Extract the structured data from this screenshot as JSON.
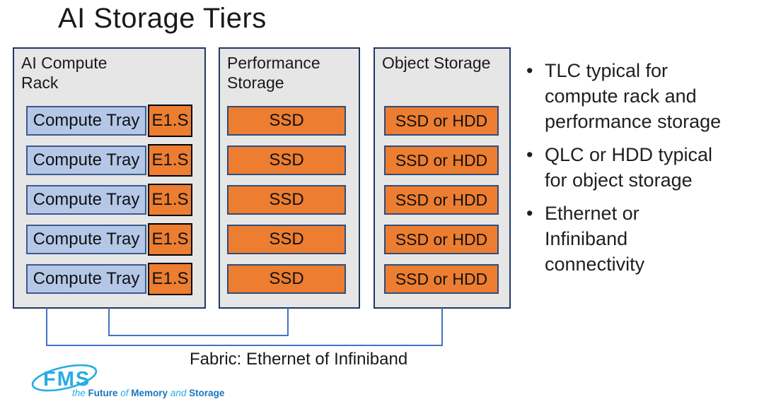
{
  "slide": {
    "title": "AI Storage Tiers"
  },
  "racks": [
    {
      "label": "AI Compute Rack",
      "rows": [
        {
          "tray": "Compute Tray",
          "drive": "E1.S"
        },
        {
          "tray": "Compute Tray",
          "drive": "E1.S"
        },
        {
          "tray": "Compute Tray",
          "drive": "E1.S"
        },
        {
          "tray": "Compute Tray",
          "drive": "E1.S"
        },
        {
          "tray": "Compute Tray",
          "drive": "E1.S"
        }
      ]
    },
    {
      "label": "Performance Storage",
      "rows": [
        {
          "drive": "SSD"
        },
        {
          "drive": "SSD"
        },
        {
          "drive": "SSD"
        },
        {
          "drive": "SSD"
        },
        {
          "drive": "SSD"
        }
      ]
    },
    {
      "label": "Object Storage",
      "rows": [
        {
          "drive": "SSD or HDD"
        },
        {
          "drive": "SSD or HDD"
        },
        {
          "drive": "SSD or HDD"
        },
        {
          "drive": "SSD or HDD"
        },
        {
          "drive": "SSD or HDD"
        }
      ]
    }
  ],
  "bullets": {
    "marker": "•",
    "items": [
      "TLC typical for compute rack and performance storage",
      "QLC or HDD typical for object storage",
      "Ethernet or Infiniband connectivity"
    ]
  },
  "fabric": {
    "label": "Fabric: Ethernet of Infiniband"
  },
  "logo": {
    "acronym": "FMS",
    "tagline": [
      {
        "text": "the ",
        "style": "light"
      },
      {
        "text": "Future ",
        "style": "bold"
      },
      {
        "text": "of ",
        "style": "light"
      },
      {
        "text": "Memory ",
        "style": "bold"
      },
      {
        "text": "and ",
        "style": "light"
      },
      {
        "text": "Storage",
        "style": "bold"
      }
    ]
  },
  "colors": {
    "rack_fill": "#e7e6e6",
    "rack_border": "#1f3864",
    "tray_fill": "#b4c7e7",
    "tray_border": "#3a5a8e",
    "orange_fill": "#ed7d31",
    "e1s_border": "#000000",
    "ssd_border": "#2e4d7b",
    "connector": "#4472c4",
    "logo_light_blue": "#29abe2",
    "logo_dark_blue": "#1b75bc"
  }
}
